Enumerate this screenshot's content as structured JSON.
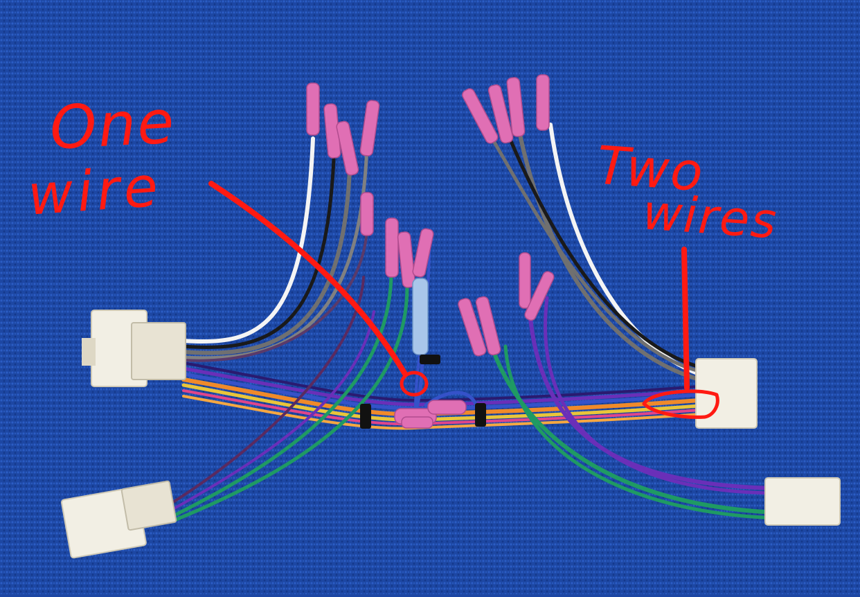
{
  "annotations": {
    "left_line1": "One",
    "left_line2": "wire",
    "right_line1": "Two",
    "right_line2": "wires"
  },
  "colors": {
    "carpet": "#1d47a3",
    "annotation_red": "#ff1a12",
    "connector": "#f2efe4",
    "terminal_pink": "#e06fb4",
    "wire_white": "#f4f4f4",
    "wire_gray": "#707070",
    "wire_purple": "#6a2fb8",
    "wire_green": "#1f9a63",
    "wire_orange": "#f08a2a",
    "wire_yellow": "#e9c53a",
    "wire_blue": "#3552c9",
    "zip_tie": "#111111"
  }
}
